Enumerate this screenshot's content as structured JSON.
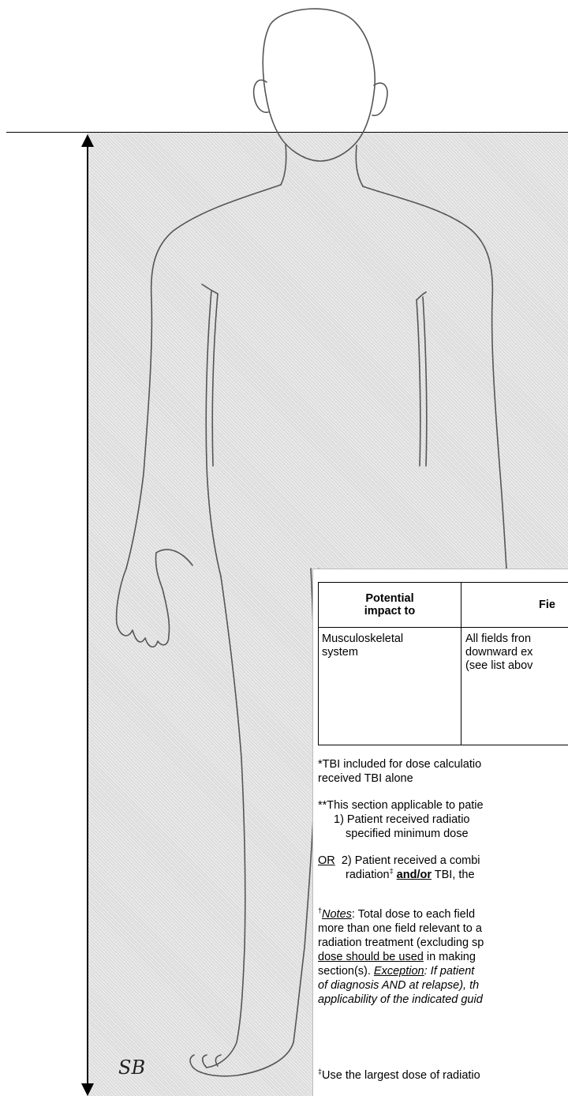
{
  "table": {
    "header_impact": "Potential impact to",
    "header_impact_line1": "Potential",
    "header_impact_line2": "impact to",
    "header_field": "Fie",
    "row_system_line1": "Musculoskeletal",
    "row_system_line2": "system",
    "row_fields_line1": "All fields fron",
    "row_fields_line2": "downward ex",
    "row_fields_line3": "(see list abov"
  },
  "notes": {
    "tbi_line1": "*TBI included for dose calculatio",
    "tbi_line2": "received TBI alone",
    "applicable_line1": "**This section applicable to patie",
    "cond1_line1": "1) Patient received radiatio",
    "cond1_line2": "specified minimum dose",
    "or_label": "OR",
    "cond2_line1": "2) Patient received a combi",
    "cond2_line2a": "radiation",
    "cond2_sup": "‡",
    "cond2_andor": "and/or",
    "cond2_line2b": " TBI, the",
    "dagger": "†",
    "notes_label": "Notes",
    "notes_line1_rest": ":  Total dose to each field",
    "notes_line2": "more than one field relevant to a",
    "notes_line3": "radiation treatment (excluding sp",
    "notes_line4": "dose should be used",
    "notes_line4_rest": " in making",
    "notes_line5a": "section(s).  ",
    "exception_label": "Exception",
    "notes_line5b": ": If patient",
    "notes_line6": "of diagnosis AND at relapse), th",
    "notes_line7": "applicability of the indicated guid",
    "double_dagger": "‡",
    "largest_dose_line": "Use the largest dose of radiatio"
  },
  "signature": "SB",
  "colors": {
    "shade": "#dcdcdc",
    "line": "#000000",
    "sketch": "#555555"
  }
}
